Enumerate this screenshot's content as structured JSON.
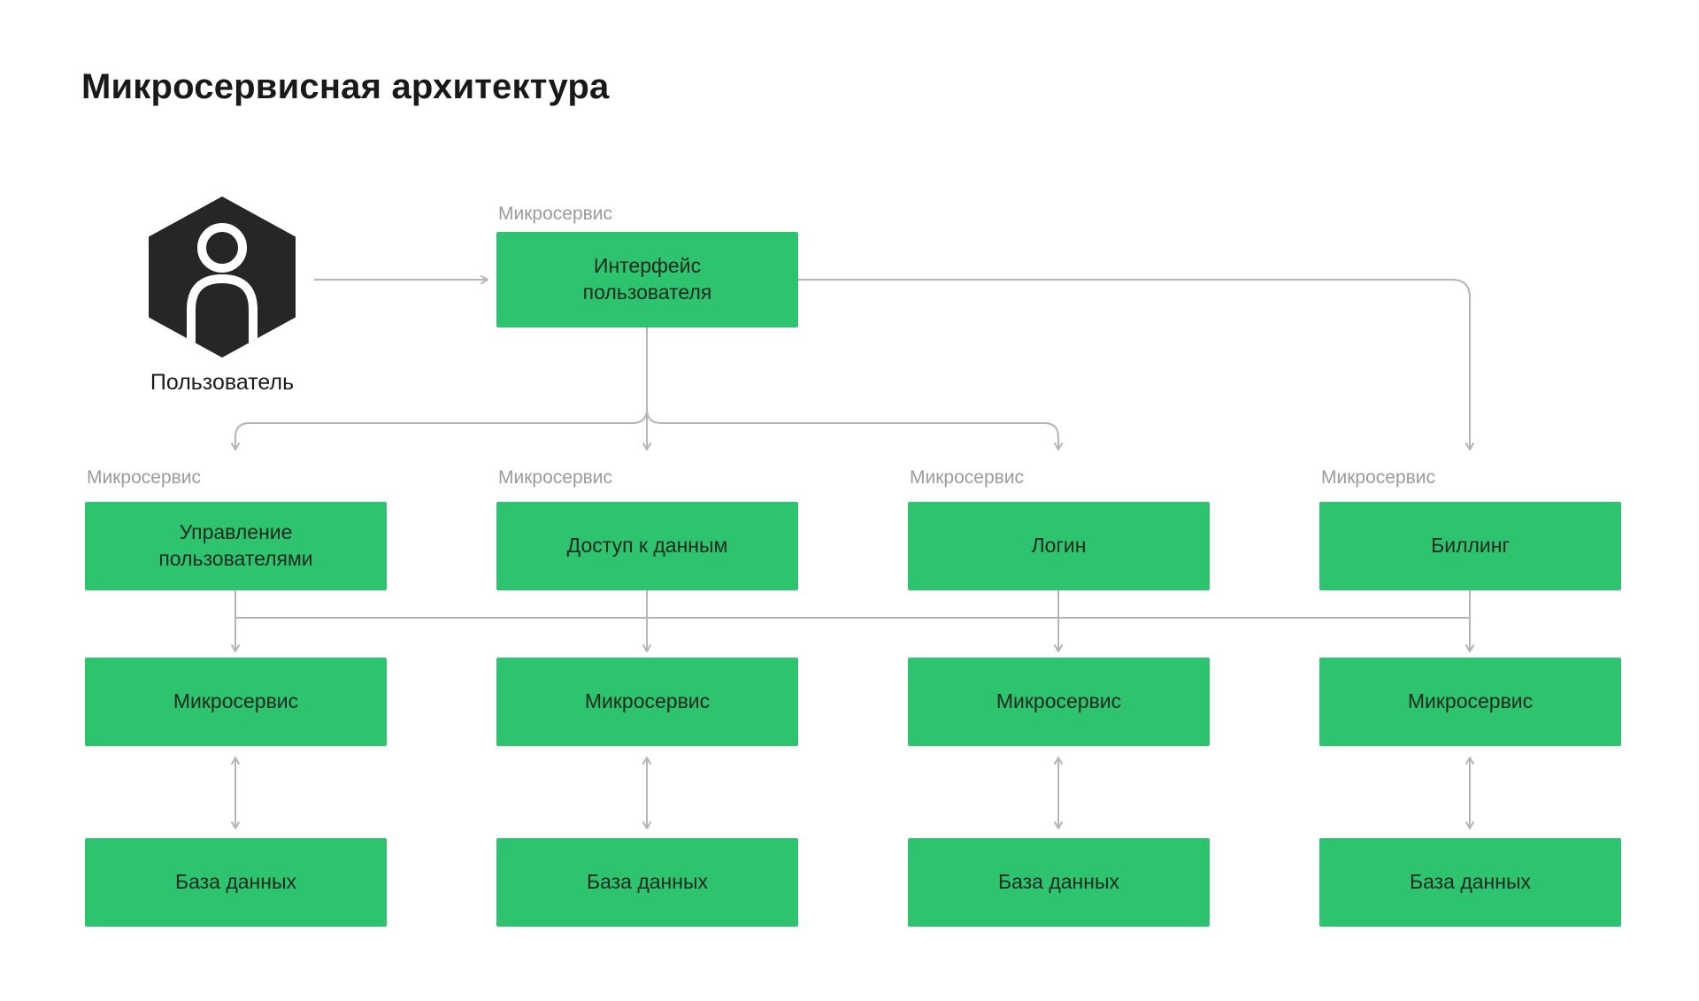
{
  "title": "Микросервисная архитектура",
  "user": {
    "label": "Пользователь"
  },
  "gateway": {
    "tag": "Микросервис",
    "name": "Интерфейс\nпользователя"
  },
  "columns": [
    {
      "tag": "Микросервис",
      "service": "Управление\nпользователями",
      "microservice": "Микросервис",
      "database": "База данных"
    },
    {
      "tag": "Микросервис",
      "service": "Доступ к данным",
      "microservice": "Микросервис",
      "database": "База данных"
    },
    {
      "tag": "Микросервис",
      "service": "Логин",
      "microservice": "Микросервис",
      "database": "База данных"
    },
    {
      "tag": "Микросервис",
      "service": "Биллинг",
      "microservice": "Микросервис",
      "database": "База данных"
    }
  ],
  "colors": {
    "box_green": "#2ec46f",
    "arrow_gray": "#b5b5b5",
    "tag_gray": "#9b9b9b",
    "text_dark": "#1c291f",
    "icon_dark": "#262626",
    "background": "#ffffff"
  }
}
